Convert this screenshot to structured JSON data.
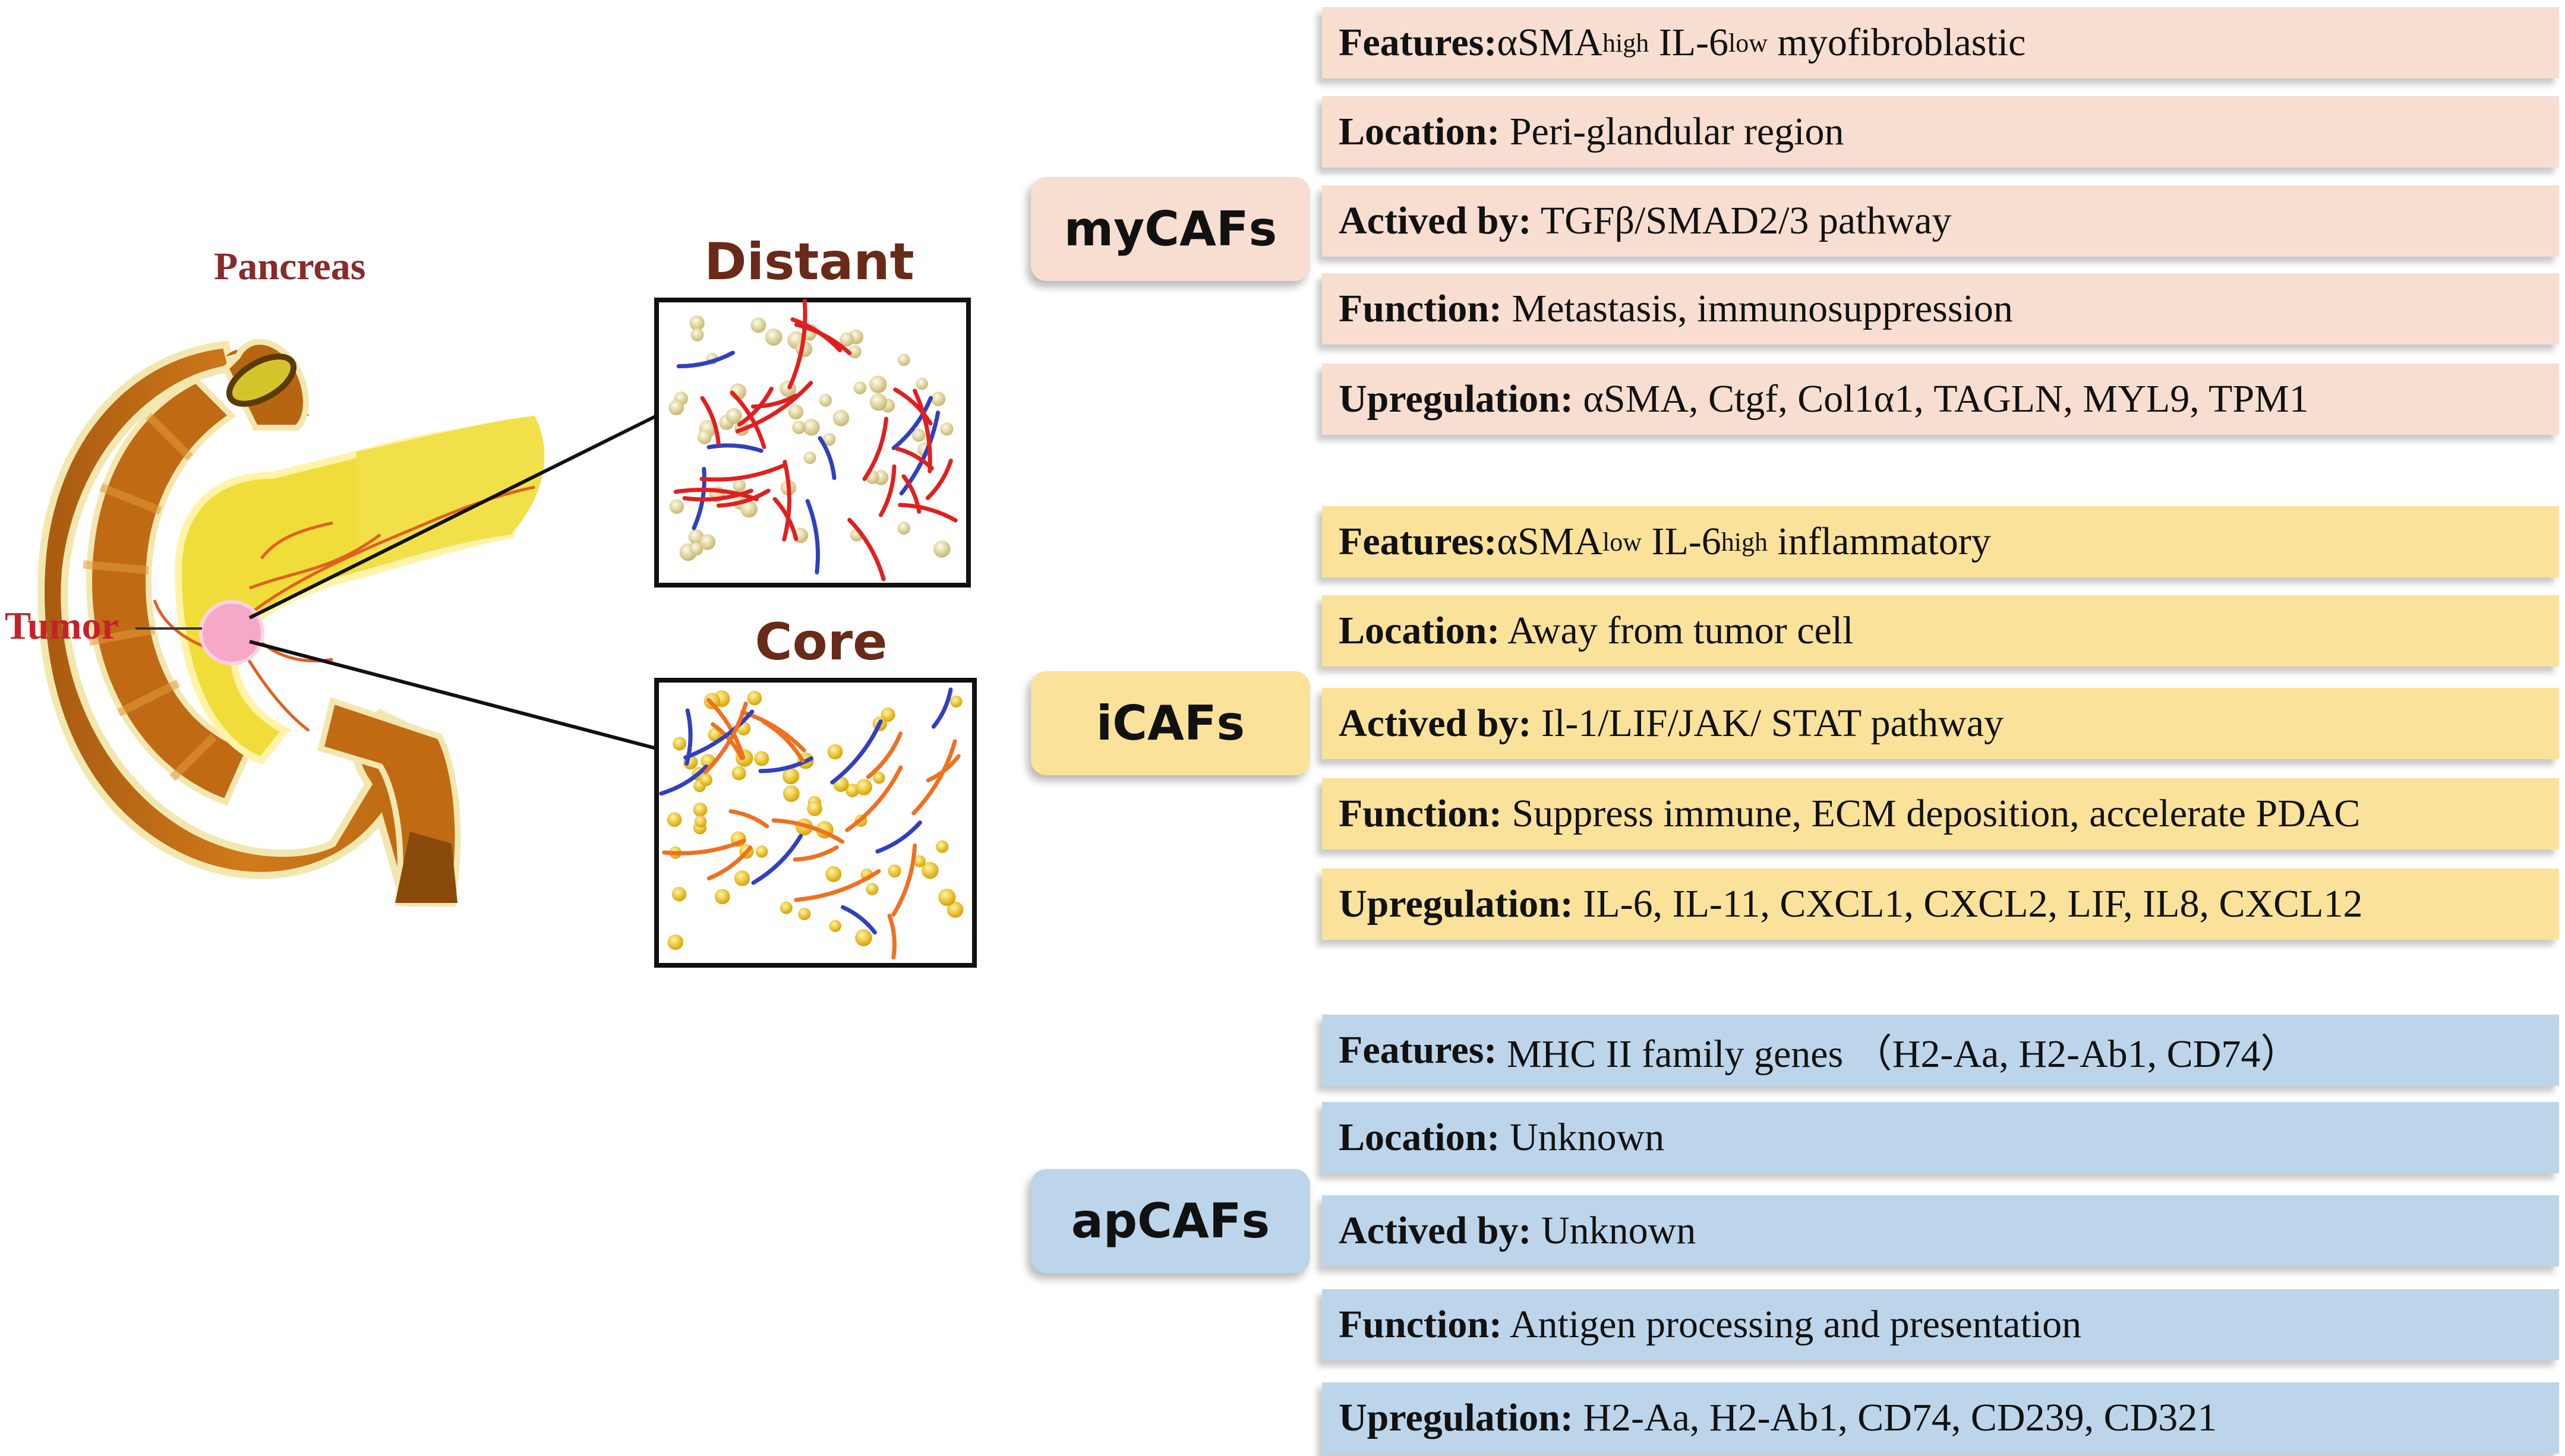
{
  "labels": {
    "pancreas": "Pancreas",
    "tumor": "Tumor",
    "distant": "Distant",
    "core": "Core"
  },
  "groups": [
    {
      "name": "myCAFs",
      "color": "#f7ded0",
      "rows": [
        {
          "key": "Features:",
          "pre": "αSMA",
          "sup1": "high",
          "mid": " IL-6",
          "sup2": "low",
          "post": " myofibroblastic"
        },
        {
          "key": "Location:",
          "value": " Peri-glandular region"
        },
        {
          "key": "Actived by:",
          "value": " TGFβ/SMAD2/3 pathway"
        },
        {
          "key": "Function:",
          "value": " Metastasis, immunosuppression"
        },
        {
          "key": "Upregulation:",
          "value": " αSMA, Ctgf, Col1α1, TAGLN, MYL9, TPM1"
        }
      ]
    },
    {
      "name": "iCAFs",
      "color": "#fbe29a",
      "rows": [
        {
          "key": "Features:",
          "pre": "αSMA",
          "sup1": "low",
          "mid": " IL-6",
          "sup2": "high",
          "post": " inflammatory"
        },
        {
          "key": "Location:",
          "value": " Away from tumor cell"
        },
        {
          "key": "Actived by:",
          "value": " Il-1/LIF/JAK/ STAT pathway"
        },
        {
          "key": "Function:",
          "value": " Suppress immune, ECM deposition, accelerate PDAC"
        },
        {
          "key": "Upregulation:",
          "value": " IL-6, IL-11, CXCL1, CXCL2, LIF, IL8, CXCL12"
        }
      ]
    },
    {
      "name": "apCAFs",
      "color": "#bdd5ea",
      "rows": [
        {
          "key": "Features:",
          "value": " MHC II family genes （H2-Aa, H2-Ab1, CD74）"
        },
        {
          "key": "Location:",
          "value": " Unknown"
        },
        {
          "key": "Actived by:",
          "value": " Unknown"
        },
        {
          "key": "Function:",
          "value": " Antigen processing and presentation"
        },
        {
          "key": "Upregulation:",
          "value": " H2-Aa, H2-Ab1, CD74, CD239, CD321"
        }
      ]
    }
  ]
}
